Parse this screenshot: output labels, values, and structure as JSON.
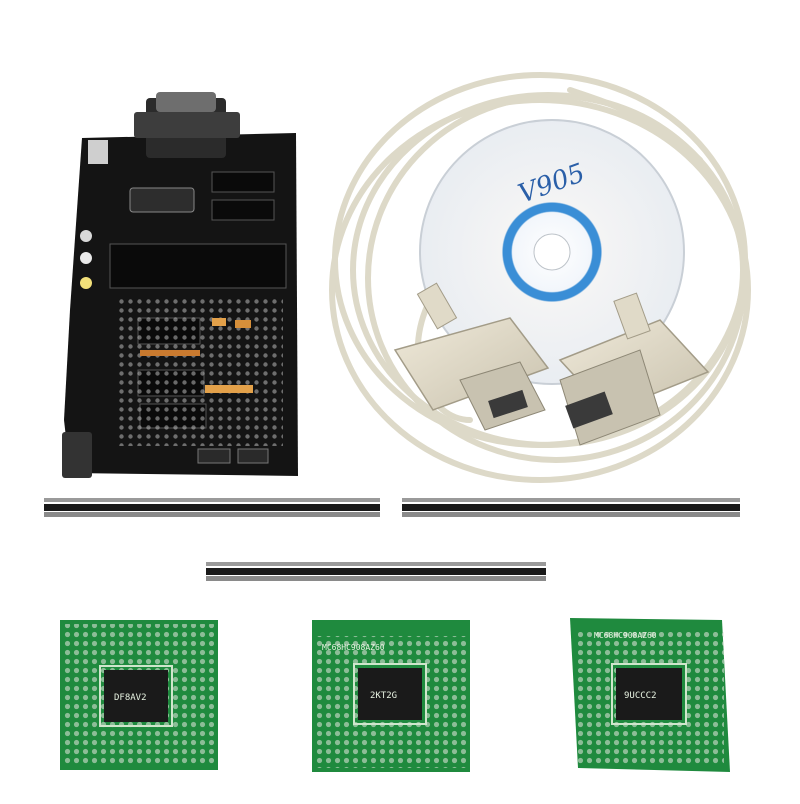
{
  "photo": {
    "background": "#ffffff",
    "colors": {
      "pcb_black": "#141414",
      "pcb_green": "#1f8a3e",
      "cable": "#ddd9c8",
      "connector": "#e2dccb",
      "disc_blue": "#3a8ed6",
      "pin_header": "#1a1a1a"
    }
  },
  "main_board": {
    "connector_icon": "db9-connector-icon"
  },
  "cd": {
    "title": "V905"
  },
  "adapters": [
    {
      "chip_label": "DF8AV2"
    },
    {
      "top_text": "MC68HC908AZ60",
      "chip_label": "2KT2G"
    },
    {
      "top_text": "MC68HC908AZ60",
      "chip_label": "9UCCC2"
    }
  ]
}
